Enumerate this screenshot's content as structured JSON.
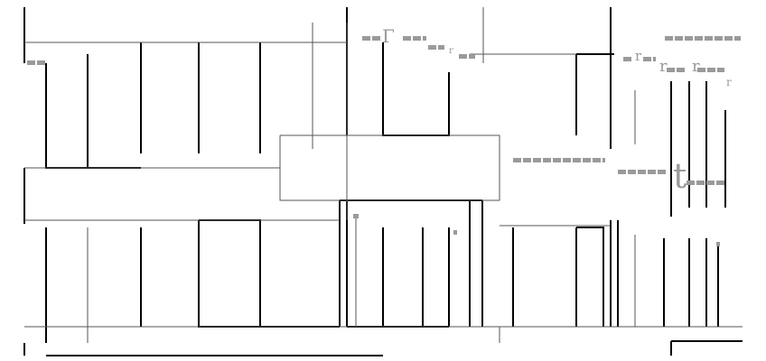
{
  "diagram": {
    "type": "line-drawing",
    "colors": {
      "background": "#ffffff",
      "heavy_stroke": "#000000",
      "light_stroke": "#555555",
      "dashed_marks": "#9a9a9a"
    },
    "glyph_marks": {
      "hook_1": "Γ",
      "hook_2": "r",
      "hook_3": "r",
      "hook_4": "r",
      "hook_5": "r",
      "hook_6": "r",
      "hook_7": "t"
    }
  }
}
